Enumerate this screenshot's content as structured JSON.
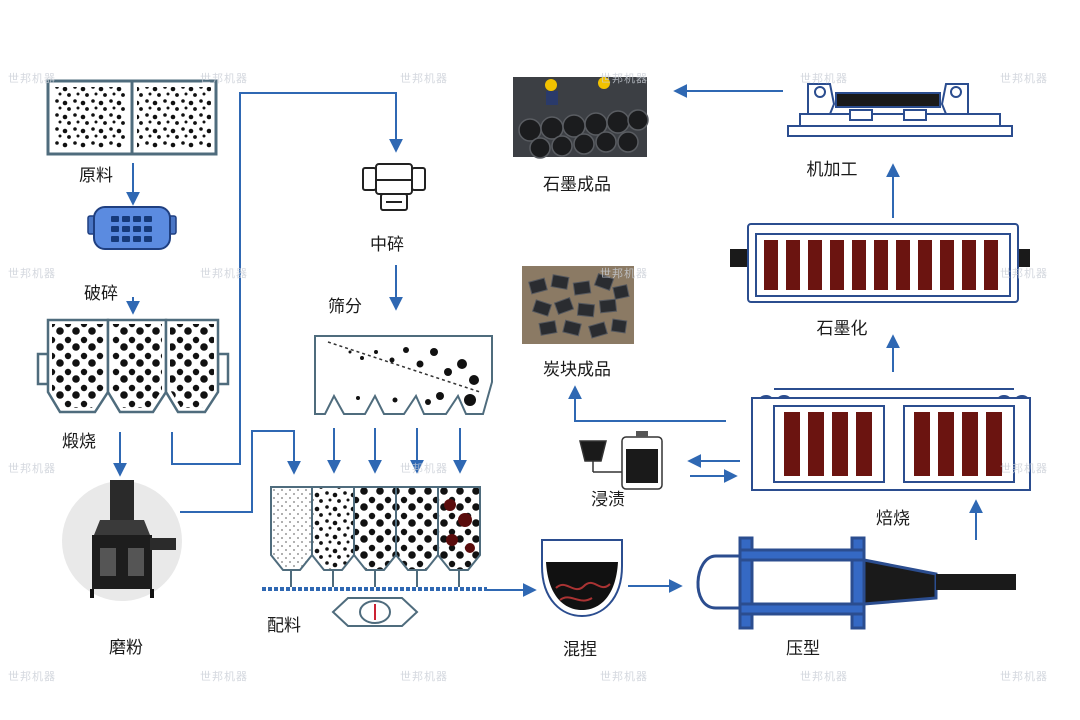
{
  "steps": {
    "raw_material": "原料",
    "crushing": "破碎",
    "calcining": "煅烧",
    "grinding": "磨粉",
    "medium_crushing": "中碎",
    "screening": "筛分",
    "batching": "配料",
    "kneading": "混捏",
    "pressing": "压型",
    "baking": "焙烧",
    "impregnation": "浸渍",
    "carbon_block_product": "炭块成品",
    "graphitization": "石墨化",
    "machining": "机加工",
    "graphite_product": "石墨成品"
  },
  "watermark": "世邦机器",
  "colors": {
    "arrow": "#2f68b3",
    "outline": "#2b4d8f",
    "kiln": "#6b1410",
    "dark": "#1d1d1d"
  },
  "icons": [
    "crusher-icon",
    "raw-material-box-icon",
    "calciner-icon",
    "raymond-mill-icon",
    "screen-icon",
    "batching-bins-icon",
    "kneader-icon",
    "press-icon",
    "baking-furnace-icon",
    "impregnation-icon",
    "graphitization-furnace-icon",
    "lathe-icon"
  ]
}
